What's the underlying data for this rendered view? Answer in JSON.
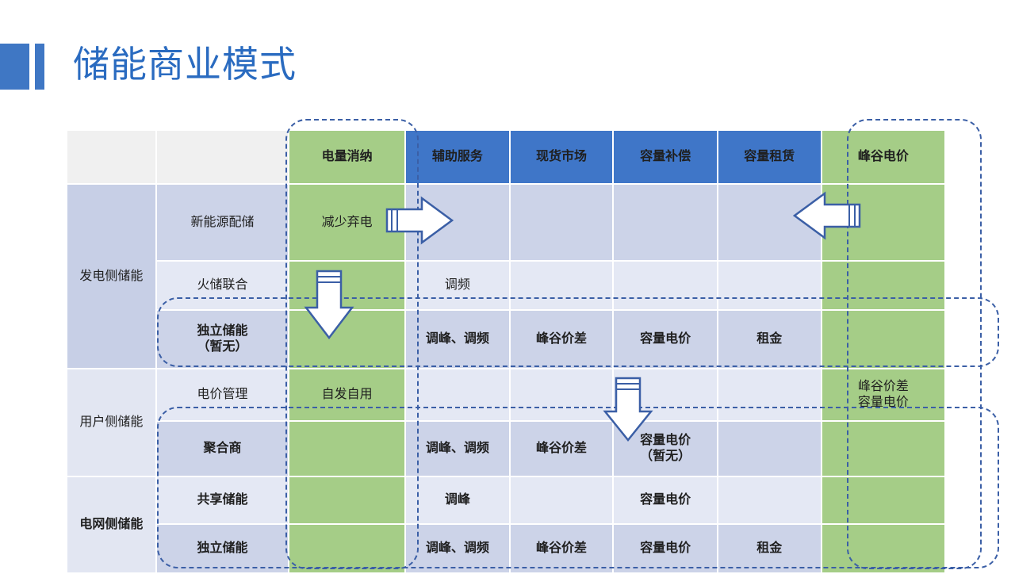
{
  "slide": {
    "title": "储能商业模式",
    "accent_color": "#3f77c4",
    "title_color": "#2a6bc0",
    "green": "#a5cd87",
    "blue": "#3f76c8",
    "dashed_outline_color": "#3b5fa6"
  },
  "table": {
    "corner_blank_1": "",
    "corner_blank_2": "",
    "headers": [
      {
        "label": "电量消纳",
        "style": "green"
      },
      {
        "label": "辅助服务",
        "style": "blue"
      },
      {
        "label": "现货市场",
        "style": "blue"
      },
      {
        "label": "容量补偿",
        "style": "blue"
      },
      {
        "label": "容量租赁",
        "style": "blue"
      },
      {
        "label": "峰谷电价",
        "style": "green"
      }
    ],
    "groups": [
      {
        "label": "发电侧储能",
        "rows": 3
      },
      {
        "label": "用户侧储能",
        "rows": 2
      },
      {
        "label": "电网侧储能",
        "rows": 2
      }
    ],
    "rows": [
      {
        "label": "新能源配储",
        "bold": false,
        "cells": [
          "减少弃电",
          "",
          "",
          "",
          "",
          ""
        ]
      },
      {
        "label": "火储联合",
        "bold": false,
        "cells": [
          "",
          "调频",
          "",
          "",
          "",
          ""
        ]
      },
      {
        "label": "独立储能\n（暂无）",
        "bold": true,
        "cells": [
          "",
          "调峰、调频",
          "峰谷价差",
          "容量电价",
          "租金",
          ""
        ]
      },
      {
        "label": "电价管理",
        "bold": false,
        "cells": [
          "自发自用",
          "",
          "",
          "",
          "",
          "峰谷价差\n容量电价"
        ]
      },
      {
        "label": "聚合商",
        "bold": true,
        "cells": [
          "",
          "调峰、调频",
          "峰谷价差",
          "容量电价\n（暂无）",
          "",
          ""
        ]
      },
      {
        "label": "共享储能",
        "bold": true,
        "cells": [
          "",
          "调峰",
          "",
          "容量电价",
          "",
          ""
        ]
      },
      {
        "label": "独立储能",
        "bold": true,
        "cells": [
          "",
          "调峰、调频",
          "峰谷价差",
          "容量电价",
          "租金",
          ""
        ]
      }
    ]
  },
  "annotations": {
    "highlight_column_left": "电量消纳",
    "highlight_column_right": "峰谷电价",
    "highlight_row_top": "独立储能（暂无）",
    "highlight_rows_bottom": "聚合商 / 共享储能 / 独立储能",
    "arrows": [
      {
        "name": "arrow-right",
        "direction": "right"
      },
      {
        "name": "arrow-down-green",
        "direction": "down"
      },
      {
        "name": "arrow-left",
        "direction": "left"
      },
      {
        "name": "arrow-down-mid",
        "direction": "down"
      }
    ]
  }
}
